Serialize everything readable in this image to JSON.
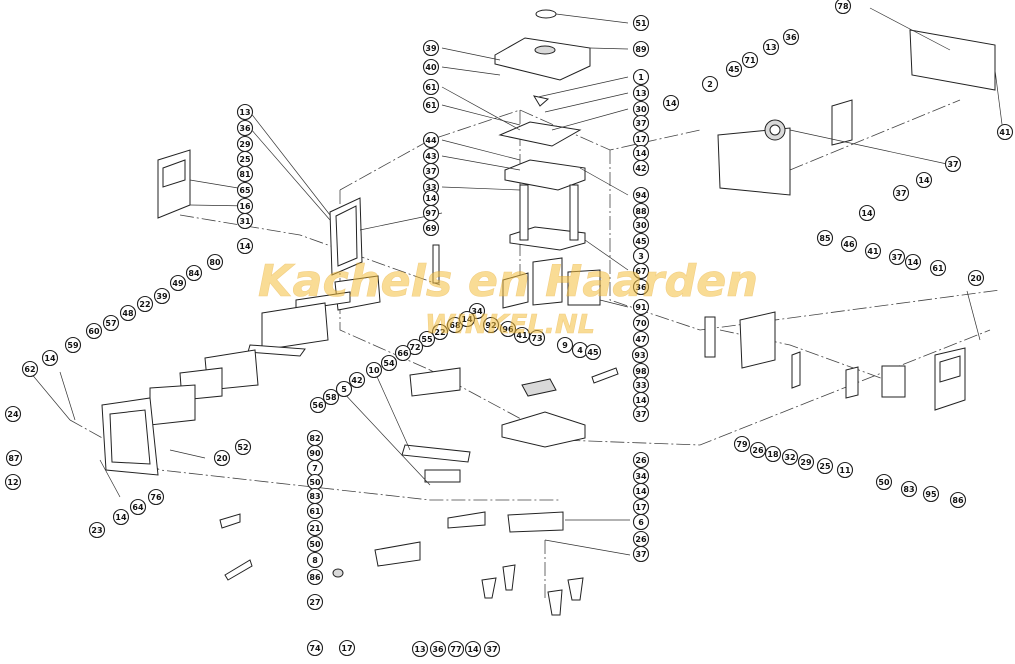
{
  "watermark": {
    "main": "Kachels en Haarden",
    "sub": "WINKEL.NL",
    "color": "#f5c040"
  },
  "callouts": [
    {
      "label": "51"
    },
    {
      "label": "89"
    },
    {
      "label": "1"
    },
    {
      "label": "13"
    },
    {
      "label": "30"
    },
    {
      "label": "37"
    },
    {
      "label": "17"
    },
    {
      "label": "14"
    },
    {
      "label": "42"
    },
    {
      "label": "94"
    },
    {
      "label": "88"
    },
    {
      "label": "30"
    },
    {
      "label": "45"
    },
    {
      "label": "3"
    },
    {
      "label": "67"
    },
    {
      "label": "36"
    },
    {
      "label": "91"
    },
    {
      "label": "39"
    },
    {
      "label": "40"
    },
    {
      "label": "61"
    },
    {
      "label": "61"
    },
    {
      "label": "44"
    },
    {
      "label": "43"
    },
    {
      "label": "37"
    },
    {
      "label": "33"
    },
    {
      "label": "14"
    },
    {
      "label": "97"
    },
    {
      "label": "69"
    },
    {
      "label": "34"
    },
    {
      "label": "68"
    },
    {
      "label": "14"
    },
    {
      "label": "92"
    },
    {
      "label": "96"
    },
    {
      "label": "41"
    },
    {
      "label": "73"
    },
    {
      "label": "13"
    },
    {
      "label": "36"
    },
    {
      "label": "29"
    },
    {
      "label": "25"
    },
    {
      "label": "81"
    },
    {
      "label": "65"
    },
    {
      "label": "16"
    },
    {
      "label": "31"
    },
    {
      "label": "14"
    },
    {
      "label": "80"
    },
    {
      "label": "84"
    },
    {
      "label": "49"
    },
    {
      "label": "39"
    },
    {
      "label": "22"
    },
    {
      "label": "48"
    },
    {
      "label": "57"
    },
    {
      "label": "22"
    },
    {
      "label": "55"
    },
    {
      "label": "72"
    },
    {
      "label": "66"
    },
    {
      "label": "54"
    },
    {
      "label": "60"
    },
    {
      "label": "59"
    },
    {
      "label": "58"
    },
    {
      "label": "56"
    },
    {
      "label": "14"
    },
    {
      "label": "62"
    },
    {
      "label": "24"
    },
    {
      "label": "87"
    },
    {
      "label": "12"
    },
    {
      "label": "52"
    },
    {
      "label": "20"
    },
    {
      "label": "76"
    },
    {
      "label": "64"
    },
    {
      "label": "14"
    },
    {
      "label": "23"
    },
    {
      "label": "5"
    },
    {
      "label": "42"
    },
    {
      "label": "10"
    },
    {
      "label": "9"
    },
    {
      "label": "4"
    },
    {
      "label": "45"
    },
    {
      "label": "93"
    },
    {
      "label": "98"
    },
    {
      "label": "33"
    },
    {
      "label": "14"
    },
    {
      "label": "37"
    },
    {
      "label": "26"
    },
    {
      "label": "34"
    },
    {
      "label": "14"
    },
    {
      "label": "17"
    },
    {
      "label": "6"
    },
    {
      "label": "26"
    },
    {
      "label": "37"
    },
    {
      "label": "82"
    },
    {
      "label": "90"
    },
    {
      "label": "7"
    },
    {
      "label": "50"
    },
    {
      "label": "83"
    },
    {
      "label": "61"
    },
    {
      "label": "21"
    },
    {
      "label": "50"
    },
    {
      "label": "8"
    },
    {
      "label": "86"
    },
    {
      "label": "27"
    },
    {
      "label": "74"
    },
    {
      "label": "17"
    },
    {
      "label": "13"
    },
    {
      "label": "36"
    },
    {
      "label": "77"
    },
    {
      "label": "14"
    },
    {
      "label": "37"
    },
    {
      "label": "78"
    },
    {
      "label": "36"
    },
    {
      "label": "13"
    },
    {
      "label": "71"
    },
    {
      "label": "45"
    },
    {
      "label": "2"
    },
    {
      "label": "14"
    },
    {
      "label": "41"
    },
    {
      "label": "37"
    },
    {
      "label": "37"
    },
    {
      "label": "14"
    },
    {
      "label": "14"
    },
    {
      "label": "85"
    },
    {
      "label": "46"
    },
    {
      "label": "41"
    },
    {
      "label": "37"
    },
    {
      "label": "14"
    },
    {
      "label": "61"
    },
    {
      "label": "20"
    },
    {
      "label": "70"
    },
    {
      "label": "47"
    },
    {
      "label": "79"
    },
    {
      "label": "26"
    },
    {
      "label": "18"
    },
    {
      "label": "32"
    },
    {
      "label": "29"
    },
    {
      "label": "25"
    },
    {
      "label": "11"
    },
    {
      "label": "50"
    },
    {
      "label": "83"
    },
    {
      "label": "95"
    },
    {
      "label": "86"
    }
  ]
}
